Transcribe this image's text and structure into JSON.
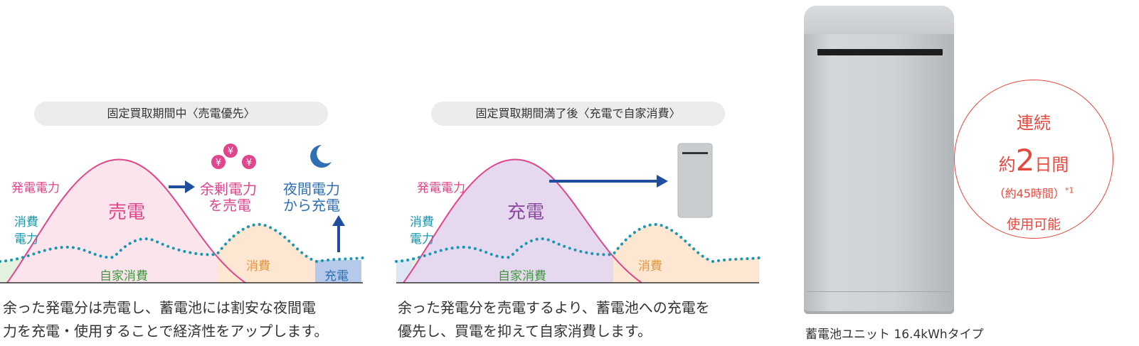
{
  "left_panel": {
    "title": "固定買取期間中〈売電優先〉",
    "label_generation": "発電電力",
    "label_consumption_line1": "消費",
    "label_consumption_line2": "電力",
    "label_sell": "売電",
    "label_self": "自家消費",
    "label_consume": "消費",
    "label_charge": "充電",
    "label_surplus_line1": "余剰電力",
    "label_surplus_line2": "を売電",
    "label_night_line1": "夜間電力",
    "label_night_line2": "から充電",
    "yen_symbol": "¥",
    "description_line1": "余った発電分は売電し、蓄電池には割安な夜間電",
    "description_line2": "力を充電・使用することで経済性をアップします。"
  },
  "middle_panel": {
    "title": "固定買取期間満了後〈充電で自家消費〉",
    "label_generation": "発電電力",
    "label_consumption_line1": "消費",
    "label_consumption_line2": "電力",
    "label_charge": "充電",
    "label_self": "自家消費",
    "label_consume": "消費",
    "description_line1": "余った発電分を売電するより、蓄電池への充電を",
    "description_line2": "優先し、買電を抑えて自家消費します。"
  },
  "right_panel": {
    "circle_line1": "連続",
    "circle_prefix": "約",
    "circle_number": "2",
    "circle_suffix": "日間",
    "circle_hours": "（約45時間）",
    "circle_footnote": "*1",
    "circle_line4": "使用可能",
    "caption": "蓄電池ユニット 16.4kWhタイプ"
  },
  "colors": {
    "generation": "#e0468c",
    "consumption": "#1a98b2",
    "arrow": "#1f4e9e",
    "circle": "#e8473d"
  }
}
